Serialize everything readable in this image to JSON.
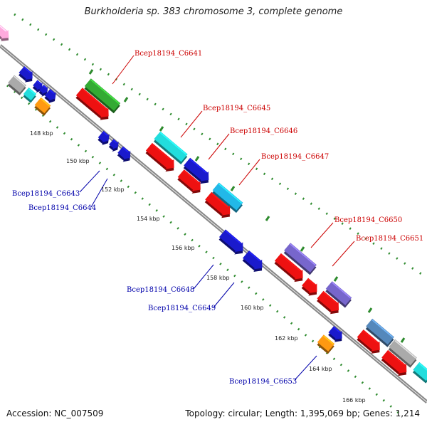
{
  "title": "Burkholderia sp. 383 chromosome 3, complete genome",
  "footer": {
    "accession": "Accession: NC_007509",
    "summary": "Topology: circular; Length: 1,395,069 bp; Genes: 1,214"
  },
  "colors": {
    "backbone": "#888888",
    "tick_dots": "#2e8b2e",
    "plus_label": "#cc0000",
    "minus_label": "#0000aa"
  },
  "ticks": [
    "148 kbp",
    "150 kbp",
    "152 kbp",
    "154 kbp",
    "156 kbp",
    "158 kbp",
    "160 kbp",
    "162 kbp",
    "164 kbp",
    "166 kbp"
  ],
  "labels_top": [
    "Bcep18194_C6641",
    "Bcep18194_C6645",
    "Bcep18194_C6646",
    "Bcep18194_C6647",
    "Bcep18194_C6650",
    "Bcep18194_C6651"
  ],
  "labels_bottom": [
    "Bcep18194_C6643",
    "Bcep18194_C6644",
    "Bcep18194_C6648",
    "Bcep18194_C6649",
    "Bcep18194_C6653"
  ],
  "gene_colors": {
    "red": "#ee1111",
    "blue": "#1a1acc",
    "green": "#33aa33",
    "cyan": "#22dddd",
    "skyblue": "#22b8e8",
    "purple": "#7766cc",
    "orange": "#ff9911",
    "gray": "#aaaaaa",
    "steelblue": "#5588bb",
    "pink": "#ffaadd"
  }
}
